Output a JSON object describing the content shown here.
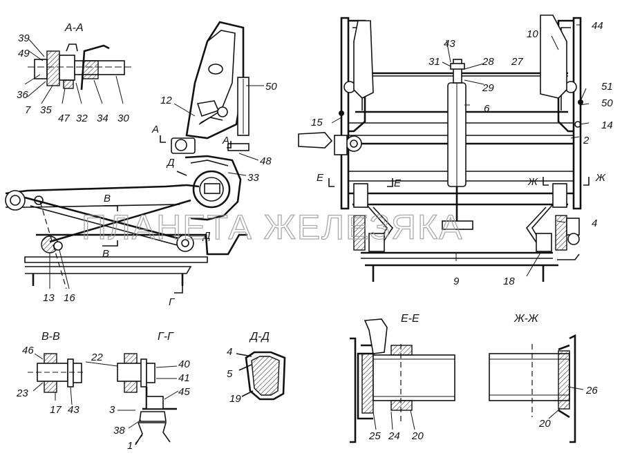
{
  "section_titles": {
    "aa": "А-А",
    "vv": "В-В",
    "gg": "Г-Г",
    "dd": "Д-Д",
    "ee": "Е-Е",
    "zhzh": "Ж-Ж"
  },
  "watermark": "ПЛАНЕТА ЖЕЛЕЗЯКА",
  "section_marks": {
    "a_left": "А",
    "a_right": "А",
    "d_top": "Д",
    "d_bottom": "Д",
    "v_top": "В",
    "v_bottom": "В",
    "g": "Г",
    "e_left": "Е",
    "e_right": "Е",
    "zh_left": "Ж",
    "zh_right": "Ж"
  },
  "callouts": {
    "aa": [
      "39",
      "49",
      "36",
      "7",
      "35",
      "47",
      "32",
      "34",
      "30"
    ],
    "side": [
      "12",
      "50",
      "48",
      "33",
      "13",
      "16"
    ],
    "front": [
      "43",
      "31",
      "28",
      "27",
      "29",
      "10",
      "44",
      "51",
      "50",
      "14",
      "15",
      "6",
      "2",
      "4",
      "9",
      "18"
    ],
    "vv": [
      "46",
      "23",
      "17",
      "43",
      "22"
    ],
    "gg": [
      "40",
      "41",
      "45",
      "3",
      "38",
      "1"
    ],
    "dd": [
      "4",
      "5",
      "19"
    ],
    "ee": [
      "25",
      "24",
      "20"
    ],
    "zhzh": [
      "26",
      "20"
    ]
  }
}
